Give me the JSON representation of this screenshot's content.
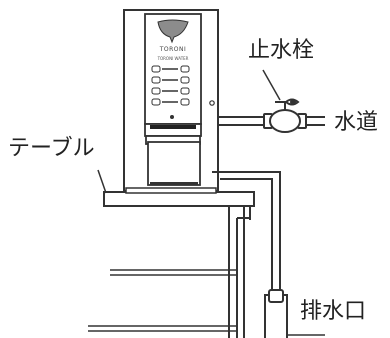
{
  "labels": {
    "table": "テーブル",
    "stop_valve": "止水栓",
    "water_supply": "水道",
    "drain": "排水口"
  },
  "device": {
    "brand": "TORONI",
    "panel_caption": "TORONI WATER"
  }
}
